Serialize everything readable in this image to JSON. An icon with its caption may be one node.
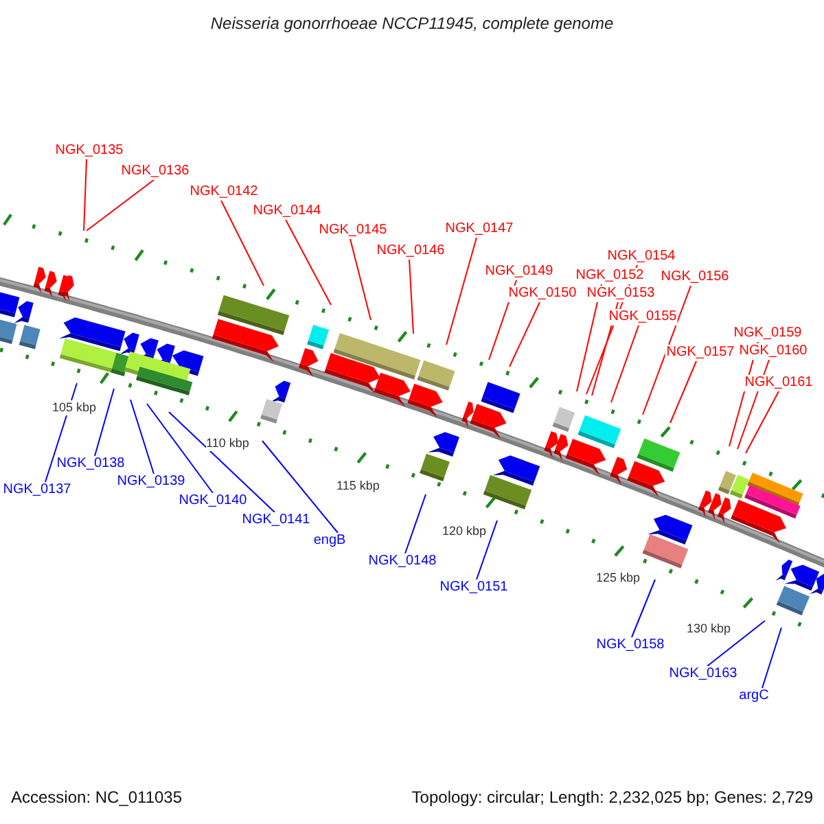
{
  "diagram": {
    "title": "Neisseria gonorrhoeae NCCP11945, complete genome",
    "nodes": [
      {
        "text": [
          "NGK_0135"
        ]
      },
      {
        "text": [
          "NGK_0136"
        ]
      },
      {
        "text": [
          "NGK_0142"
        ]
      },
      {
        "text": [
          "NGK_0144"
        ]
      },
      {
        "text": [
          "NGK_0145"
        ]
      },
      {
        "text": [
          "NGK_0146"
        ]
      },
      {
        "text": [
          "NGK_0147"
        ]
      },
      {
        "text": [
          "NGK_0149"
        ]
      },
      {
        "text": [
          "NGK_0150"
        ]
      },
      {
        "text": [
          "NGK_0154"
        ]
      },
      {
        "text": [
          "NGK_0152"
        ]
      },
      {
        "text": [
          "NGK_0153"
        ]
      },
      {
        "text": [
          "NGK_0155"
        ]
      },
      {
        "text": [
          "NGK_0156"
        ]
      },
      {
        "text": [
          "NGK_0157"
        ]
      },
      {
        "text": [
          "NGK_0159"
        ]
      },
      {
        "text": [
          "NGK_0160"
        ]
      },
      {
        "text": [
          "NGK_0161"
        ]
      },
      {
        "text": [
          "NGK_0137"
        ]
      },
      {
        "text": [
          "NGK_0138"
        ]
      },
      {
        "text": [
          "NGK_0139"
        ]
      },
      {
        "text": [
          "NGK_0140"
        ]
      },
      {
        "text": [
          "NGK_0141"
        ]
      },
      {
        "text": [
          "engB"
        ]
      },
      {
        "text": [
          "NGK_0148"
        ]
      },
      {
        "text": [
          "NGK_0151"
        ]
      },
      {
        "text": [
          "NGK_0158"
        ]
      },
      {
        "text": [
          "NGK_0163"
        ]
      },
      {
        "text": [
          "argC"
        ]
      }
    ],
    "edges": [
      {
        "from": 0,
        "to": null,
        "arrow": "none"
      },
      {
        "from": 1,
        "to": null,
        "arrow": "none"
      },
      {
        "from": 2,
        "to": null,
        "arrow": "none"
      },
      {
        "from": 3,
        "to": null,
        "arrow": "none"
      },
      {
        "from": 4,
        "to": null,
        "arrow": "none"
      },
      {
        "from": 5,
        "to": null,
        "arrow": "none"
      },
      {
        "from": 6,
        "to": null,
        "arrow": "none"
      },
      {
        "from": 7,
        "to": null,
        "arrow": "none"
      },
      {
        "from": 8,
        "to": null,
        "arrow": "none"
      },
      {
        "from": 9,
        "to": null,
        "arrow": "none"
      },
      {
        "from": 10,
        "to": null,
        "arrow": "none"
      },
      {
        "from": 11,
        "to": null,
        "arrow": "none"
      },
      {
        "from": 12,
        "to": null,
        "arrow": "none"
      },
      {
        "from": 13,
        "to": null,
        "arrow": "none"
      },
      {
        "from": 14,
        "to": null,
        "arrow": "none"
      },
      {
        "from": 15,
        "to": null,
        "arrow": "none"
      },
      {
        "from": 16,
        "to": null,
        "arrow": "none"
      },
      {
        "from": 17,
        "to": null,
        "arrow": "none"
      },
      {
        "from": 18,
        "to": null,
        "arrow": "none",
        "color": "#0000ff"
      },
      {
        "from": 19,
        "to": null,
        "arrow": "none",
        "color": "#0000ff"
      },
      {
        "from": 20,
        "to": null,
        "arrow": "none",
        "color": "#0000ff"
      },
      {
        "from": 21,
        "to": null,
        "arrow": "none",
        "color": "#0000ff"
      },
      {
        "from": 22,
        "to": null,
        "arrow": "none",
        "color": "#0000ff"
      },
      {
        "from": 23,
        "to": null,
        "arrow": "none",
        "color": "#0000ff"
      },
      {
        "from": 24,
        "to": null,
        "arrow": "none",
        "color": "#0000ff"
      },
      {
        "from": 25,
        "to": null,
        "arrow": "none",
        "color": "#0000ff"
      },
      {
        "from": 26,
        "to": null,
        "arrow": "none",
        "color": "#0000ff"
      },
      {
        "from": 27,
        "to": null,
        "arrow": "none",
        "color": "#0000ff"
      },
      {
        "from": 28,
        "to": null,
        "arrow": "none",
        "color": "#0000ff"
      }
    ],
    "labels": [
      "105 kbp",
      "110 kbp",
      "115 kbp",
      "120 kbp",
      "125 kbp",
      "130 kbp",
      "Accession: NC_011035",
      "Topology: circular; Length: 2,232,025 bp; Genes: 2,729"
    ]
  }
}
